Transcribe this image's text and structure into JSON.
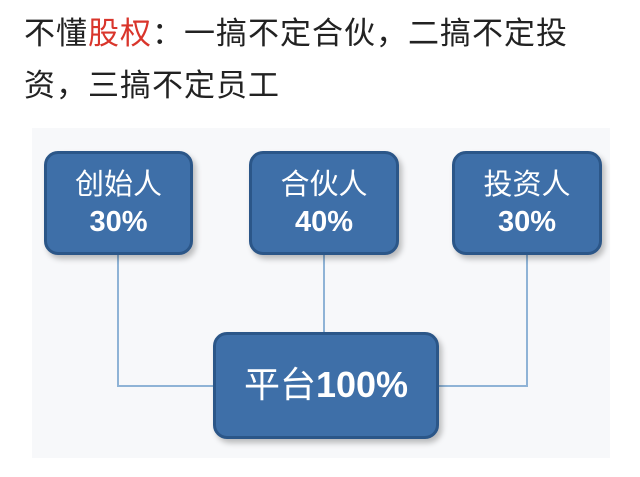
{
  "headline": {
    "before": "不懂",
    "highlight": "股权",
    "after": "：一搞不定合伙，二搞不定投资，三搞不定员工",
    "highlight_color": "#d9352b"
  },
  "diagram": {
    "box_color": "#3e6fa8",
    "nodes": [
      {
        "id": "founder",
        "name": "创始人",
        "share": "30%"
      },
      {
        "id": "partner",
        "name": "合伙人",
        "share": "40%"
      },
      {
        "id": "investor",
        "name": "投资人",
        "share": "30%"
      }
    ],
    "platform": {
      "name": "平台",
      "share": "100%"
    }
  }
}
